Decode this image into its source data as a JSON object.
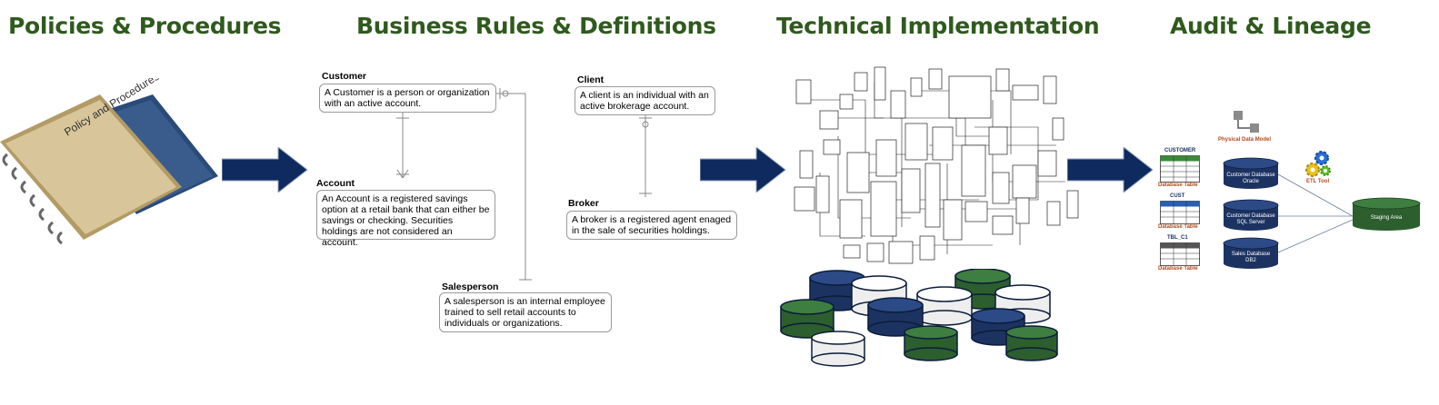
{
  "stages": [
    {
      "title": "Policies & Procedures"
    },
    {
      "title": "Business Rules & Definitions"
    },
    {
      "title": "Technical Implementation"
    },
    {
      "title": "Audit & Lineage"
    }
  ],
  "colors": {
    "title_green": "#2f5a1d",
    "arrow_navy": "#0e2a5e",
    "db_navy": "#1c3362",
    "db_green": "#2c5e2e",
    "db_white": "#eeeeee"
  },
  "binder": {
    "cover_text": "Policy and Procedures"
  },
  "entities": [
    {
      "name": "Customer",
      "definition": "A Customer is a person or organization with an active account."
    },
    {
      "name": "Account",
      "definition": "An Account is a registered savings option at a retail bank that can either be savings or checking. Securities holdings are not considered an account."
    },
    {
      "name": "Client",
      "definition": "A client is an individual with an active brokerage account."
    },
    {
      "name": "Broker",
      "definition": "A broker is a registered agent enaged in the sale of securities holdings."
    },
    {
      "name": "Salesperson",
      "definition": "A salesperson is an internal employee trained to sell retail accounts to individuals or organizations."
    }
  ],
  "lineage": {
    "physical_model_label": "Physical Data Model",
    "etl_label": "ETL Tool",
    "tables": [
      {
        "name": "CUSTOMER",
        "caption": "Database Table"
      },
      {
        "name": "CUST",
        "caption": "Database Table"
      },
      {
        "name": "TBL_C1",
        "caption": "Database Table"
      }
    ],
    "databases": [
      {
        "line1": "Customer Database",
        "line2": "Oracle"
      },
      {
        "line1": "Customer Database",
        "line2": "SQL Server"
      },
      {
        "line1": "Sales Database",
        "line2": "DB2"
      }
    ],
    "target": {
      "label": "Staging Area"
    }
  }
}
